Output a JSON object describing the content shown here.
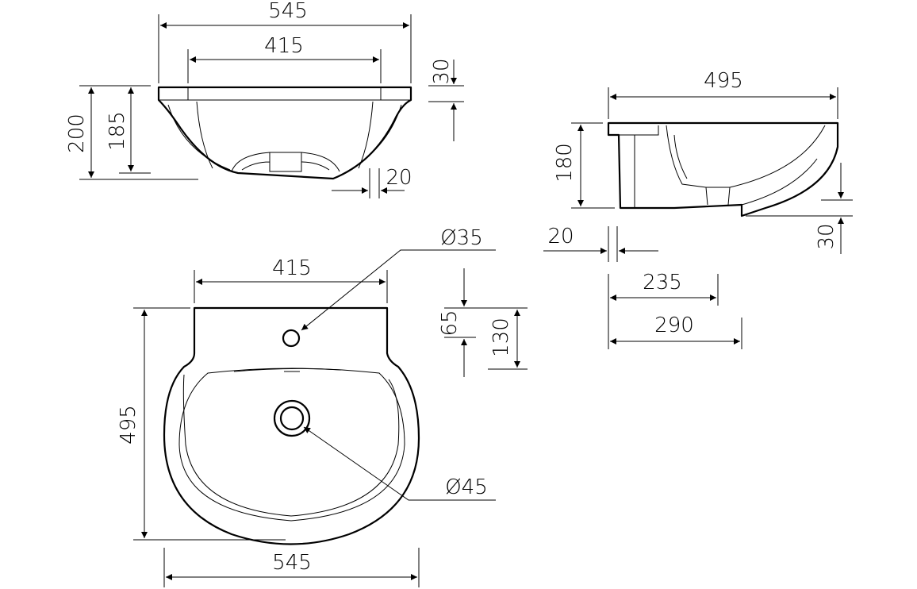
{
  "drawing": {
    "front_view": {
      "overall_width": "545",
      "bowl_width": "415",
      "rim_height": "30",
      "overall_height": "200",
      "bowl_height": "185",
      "side_offset": "20"
    },
    "side_view": {
      "depth": "495",
      "height": "180",
      "back_offset": "20",
      "bowl_drop": "30",
      "waste_position": "235",
      "bowl_position": "290"
    },
    "top_view": {
      "tap_hole": "Ø35",
      "bowl_width": "415",
      "tap_hole_offset": "65",
      "tap_hole_depth": "130",
      "depth": "495",
      "waste": "Ø45",
      "width": "545"
    },
    "line_color": "#000000"
  }
}
